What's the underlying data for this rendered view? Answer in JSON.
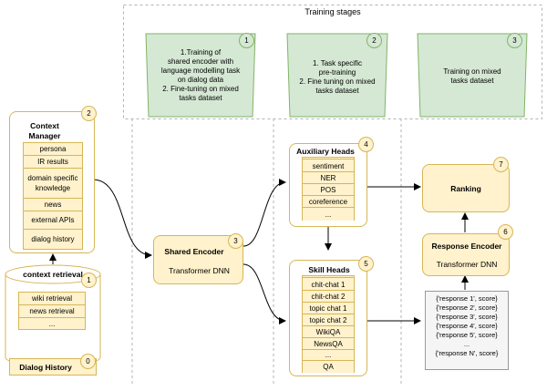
{
  "training": {
    "title": "Training stages",
    "stages": [
      {
        "num": "1",
        "lines": [
          "1.Training of",
          "shared encoder with",
          "language modelling task",
          "on dialog data",
          "2. Fine-tuning on mixed",
          "tasks dataset"
        ]
      },
      {
        "num": "2",
        "lines": [
          "1. Task specific",
          "pre-training",
          "2. Fine tuning on mixed",
          "tasks dataset"
        ]
      },
      {
        "num": "3",
        "lines": [
          "Training on mixed",
          "tasks dataset"
        ]
      }
    ]
  },
  "context_manager": {
    "title_line1": "Context",
    "title_line2": "Manager",
    "num": "2",
    "items": [
      "persona",
      "IR results",
      "domain specific knowledge",
      "news",
      "external APIs",
      "dialog history"
    ]
  },
  "context_retrieval": {
    "title": "context retrieval",
    "num": "1",
    "items": [
      "wiki retrieval",
      "news retrieval",
      "..."
    ]
  },
  "dialog_history": {
    "title": "Dialog History",
    "num": "0"
  },
  "shared_encoder": {
    "title": "Shared Encoder",
    "subtitle": "Transformer DNN",
    "num": "3"
  },
  "auxiliary_heads": {
    "title": "Auxiliary Heads",
    "num": "4",
    "items": [
      "sentiment",
      "NER",
      "POS",
      "coreference",
      "..."
    ]
  },
  "skill_heads": {
    "title": "Skill Heads",
    "num": "5",
    "items": [
      "chit-chat 1",
      "chit-chat 2",
      "topic chat 1",
      "topic chat 2",
      "WikiQA",
      "NewsQA",
      "...",
      "QA"
    ]
  },
  "ranking": {
    "title": "Ranking",
    "num": "7"
  },
  "response_encoder": {
    "title": "Response Encoder",
    "subtitle": "Transformer DNN",
    "num": "6"
  },
  "responses": [
    "{'response 1', score}",
    "{'response 2', score}",
    "{'response 3', score}",
    "{'response 4', score}",
    "{'response 5', score}",
    "...",
    "{'response N', score}"
  ]
}
